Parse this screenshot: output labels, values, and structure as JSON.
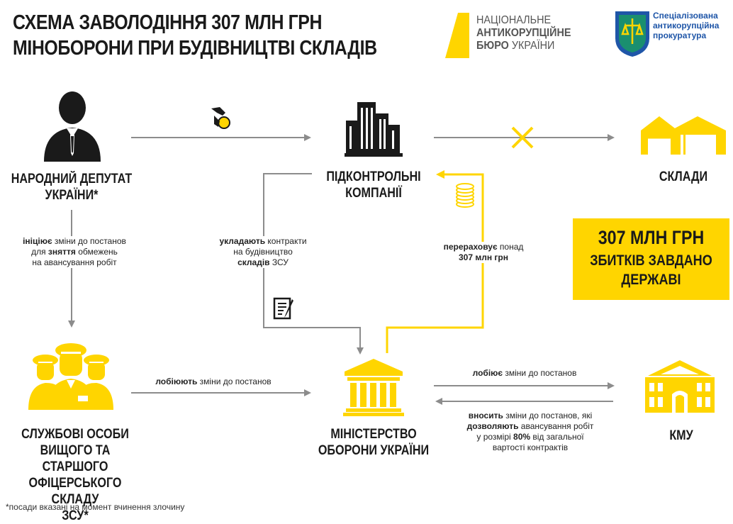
{
  "title": {
    "line1": "СХЕМА ЗАВОЛОДІННЯ 307 МЛН ГРН",
    "line2": "МІНОБОРОНИ ПРИ БУДІВНИЦТВІ СКЛАДІВ"
  },
  "logos": {
    "nabu": {
      "line1": "НАЦІОНАЛЬНЕ",
      "line2": "АНТИКОРУПЦІЙНЕ",
      "line3a": "БЮРО",
      "line3b": " УКРАЇНИ"
    },
    "sap": {
      "line1": "Спеціалізована",
      "line2": "антикорупційна",
      "line3": "прокуратура"
    }
  },
  "nodes": {
    "deputy": {
      "line1": "НАРОДНИЙ ДЕПУТАТ",
      "line2": "УКРАЇНИ*"
    },
    "companies": {
      "line1": "ПІДКОНТРОЛЬНІ",
      "line2": "КОМПАНІЇ"
    },
    "warehouses": {
      "label": "СКЛАДИ"
    },
    "officials": {
      "line1": "СЛУЖБОВІ ОСОБИ",
      "line2": "ВИЩОГО ТА СТАРШОГО",
      "line3": "ОФІЦЕРСЬКОГО СКЛАДУ",
      "line4": "ЗСУ*"
    },
    "ministry": {
      "line1": "МІНІСТЕРСТВО",
      "line2": "ОБОРОНИ УКРАЇНИ"
    },
    "kmu": {
      "label": "КМУ"
    }
  },
  "edges": {
    "initiates": {
      "b1": "ініціює",
      "t1": " зміни до постанов",
      "t2a": "для ",
      "b2": "зняття",
      "t2b": " обмежень",
      "t3": "на авансування робіт"
    },
    "contracts": {
      "b1": "укладають",
      "t1": " контракти",
      "t2": "на будівництво",
      "b2": "складів",
      "t3": " ЗСУ"
    },
    "transfers": {
      "b1": "перераховує",
      "t1": " понад",
      "b2": "307 млн грн"
    },
    "lobby_officials": {
      "b1": "лобіюють",
      "t1": " зміни до постанов"
    },
    "lobby_ministry": {
      "b1": "лобіює",
      "t1": " зміни до постанов"
    },
    "kmu_changes": {
      "b1": "вносить",
      "t1": " зміни до постанов, які",
      "b2": "дозволяють",
      "t2": " авансування робіт",
      "t3a": "у розмірі ",
      "b3": "80%",
      "t3b": " від загальної",
      "t4": "вартості контрактів"
    }
  },
  "damage": {
    "amount": "307 МЛН ГРН",
    "line1": "ЗБИТКІВ ЗАВДАНО",
    "line2": "ДЕРЖАВІ"
  },
  "footnote": "*посади вказані на момент вчинення злочину",
  "colors": {
    "accent": "#ffd500",
    "dark": "#1a1a1a",
    "arrow": "#8c8c8c",
    "sap_blue": "#1f56a8",
    "sap_green": "#1a8f6f"
  }
}
